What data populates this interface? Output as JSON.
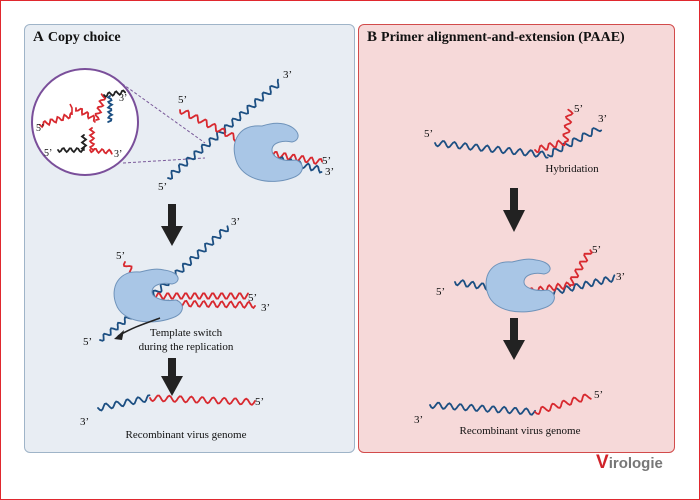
{
  "panel_a": {
    "letter": "A",
    "title": "Copy choice",
    "caption_switch_1": "Template switch",
    "caption_switch_2": "during the replication",
    "caption_result": "Recombinant virus genome"
  },
  "panel_b": {
    "letter": "B",
    "title": "Primer alignment-and-extension (PAAE)",
    "caption_hybridation": "Hybridation",
    "caption_result": "Recombinant virus genome"
  },
  "labels": {
    "five_prime": "5’",
    "three_prime": "3’"
  },
  "logo": {
    "first": "V",
    "rest": "irologie"
  },
  "colors": {
    "blue_strand": "#1c4f82",
    "red_strand": "#d8292f",
    "polymerase": "#a9c6e6",
    "arrow": "#222222"
  }
}
